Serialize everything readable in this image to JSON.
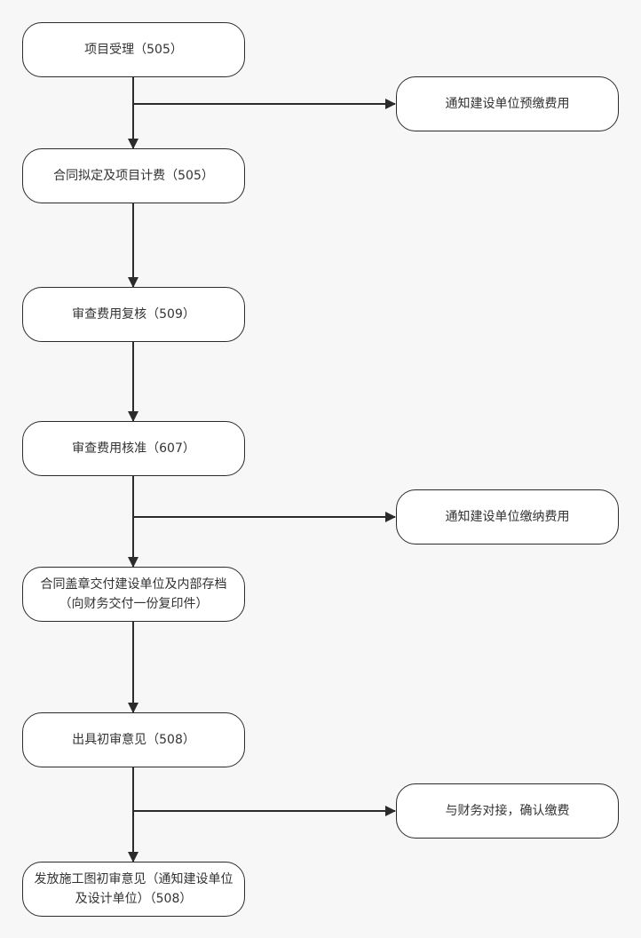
{
  "diagram": {
    "steps": [
      "项目受理（505）",
      "合同拟定及项目计费（505）",
      "审查费用复核（509）",
      "审查费用核准（607）",
      "合同盖章交付建设单位及内部存档（向财务交付一份复印件）",
      "出具初审意见（508）",
      "发放施工图初审意见（通知建设单位及设计单位）（508）"
    ],
    "notices": [
      "通知建设单位预缴费用",
      "通知建设单位缴纳费用",
      "与财务对接，确认缴费"
    ],
    "colors": {
      "stroke": "#2b2b2b",
      "fill": "#ffffff",
      "text": "#333333",
      "background": "#f7f7f7"
    }
  }
}
